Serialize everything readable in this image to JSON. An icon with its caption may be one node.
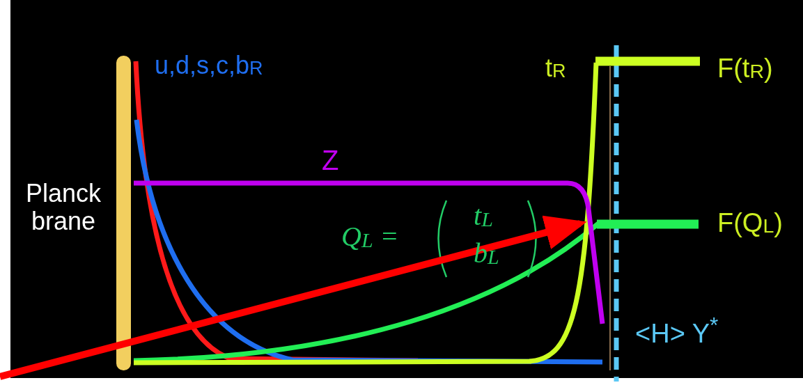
{
  "diagram": {
    "labels": [
      "u,d,s,c,b$_{R}$",
      "t$_{R}$",
      "F(t$_{R}$)",
      "Z",
      "Planck brane",
      "Q$_{L}$ =",
      "t$_{L}$",
      "F(Q$_{L}$)",
      "b$_{L}$",
      "<H> Y$^{*}$"
    ]
  }
}
